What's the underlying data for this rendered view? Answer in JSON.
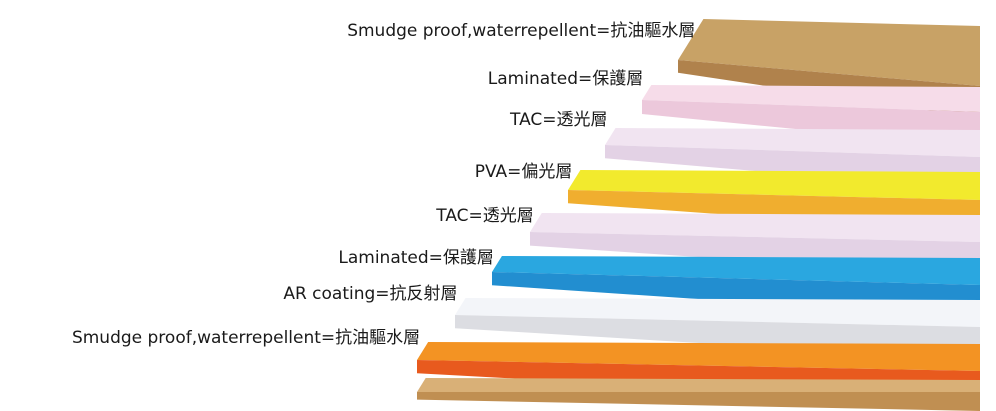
{
  "layers": [
    {
      "label": "Smudge proof,waterrepellent=抗油驅水層",
      "top": "#c8a266",
      "side": "#b0824c"
    },
    {
      "label": "Laminated=保護層",
      "top": "#f6dce9",
      "side": "#ecc8db"
    },
    {
      "label": "TAC=透光層",
      "top": "#f1e4f1",
      "side": "#e3d2e5"
    },
    {
      "label": "PVA=偏光層",
      "top": "#f2ea2d",
      "side": "#f0ae2f"
    },
    {
      "label": "TAC=透光層",
      "top": "#f1e4f1",
      "side": "#e3d2e5"
    },
    {
      "label": "Laminated=保護層",
      "top": "#2aa7e0",
      "side": "#228ed0"
    },
    {
      "label": "AR coating=抗反射層",
      "top": "#f3f5f9",
      "side": "#dcdde2"
    },
    {
      "label": "Smudge proof,waterrepellent=抗油驅水層",
      "top": "#f39323",
      "side": "#e85a1e"
    },
    {
      "label": "",
      "top": "#d9b077",
      "side": "#c08f52"
    }
  ]
}
